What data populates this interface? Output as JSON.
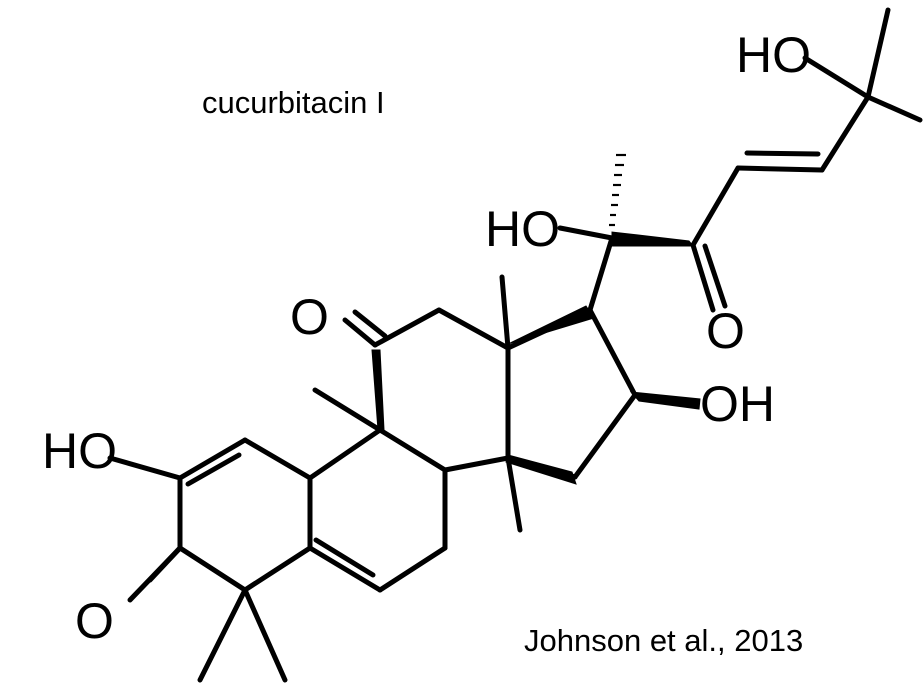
{
  "diagram": {
    "title": "cucurbitacin I",
    "citation": "Johnson et al., 2013",
    "atom_labels": {
      "ho_side_chain_terminal": "HO",
      "ho_c20": "HO",
      "o_c11": "O",
      "o_c22": "O",
      "oh_c16": "OH",
      "ho_c2": "HO",
      "o_c3": "O"
    }
  }
}
